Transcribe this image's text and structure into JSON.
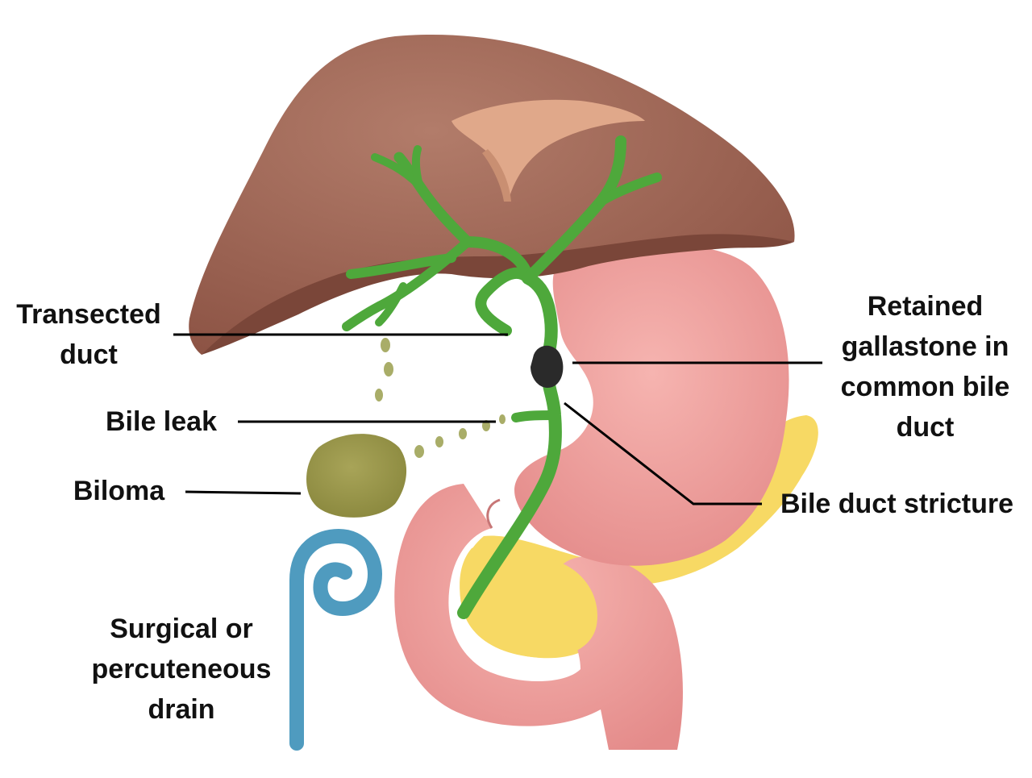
{
  "labels": {
    "transected_duct": [
      "Transected",
      "duct"
    ],
    "bile_leak": [
      "Bile leak"
    ],
    "biloma": [
      "Biloma"
    ],
    "surgical_drain": [
      "Surgical or",
      "percuteneous",
      "drain"
    ],
    "retained_gallstone": [
      "Retained",
      "gallastone in",
      "common bile",
      "duct"
    ],
    "bile_duct_stricture": [
      "Bile duct stricture"
    ]
  },
  "colors": {
    "liver": "#9a5e4e",
    "liver_shadow": "#7a4639",
    "ligament": "#e0a88a",
    "bile_duct": "#4ea83b",
    "bile_drop": "#a9ad68",
    "biloma": "#9c9a4a",
    "stomach": "#eb9a98",
    "pancreas": "#f7d964",
    "drain": "#4f9bbf",
    "gallstone": "#2a2a2a",
    "leader_line": "#000000"
  }
}
